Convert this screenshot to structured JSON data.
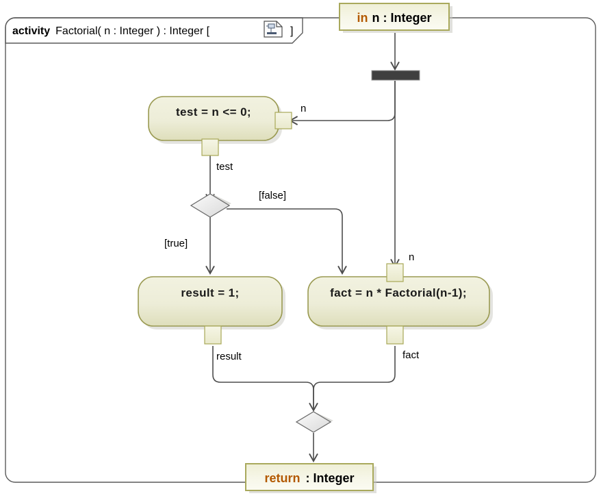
{
  "frame": {
    "keyword": "activity",
    "signature": "Factorial( n : Integer ) : Integer [",
    "signature_close": "]",
    "icon_name": "activity-diagram-icon"
  },
  "nodes": {
    "input_param": {
      "keyword": "in",
      "label": "n : Integer"
    },
    "fork": {
      "name": "fork-bar"
    },
    "action_test": {
      "label": "test = n <= 0;",
      "input_pin": "n",
      "output_pin": "test"
    },
    "decision": {
      "name": "decision-node",
      "true_guard": "[true]",
      "false_guard": "[false]"
    },
    "action_result": {
      "label": "result = 1;",
      "output_pin": "result"
    },
    "action_fact": {
      "label": "fact = n * Factorial(n-1);",
      "input_pin": "n",
      "output_pin": "fact"
    },
    "merge": {
      "name": "merge-node"
    },
    "return_param": {
      "keyword": "return",
      "label": ": Integer"
    }
  },
  "edge_labels": {
    "n_to_test": "n",
    "test_out": "test",
    "guard_false": "[false]",
    "guard_true": "[true]",
    "n_to_fact": "n",
    "result_out": "result",
    "fact_out": "fact"
  },
  "colors": {
    "node_fill_light": "#f6f6e2",
    "node_fill_dark": "#dcdcb4",
    "node_border": "#9a9a52",
    "param_fill": "#f7f7e4",
    "param_border": "#a9a95c",
    "keyword_orange": "#b35900",
    "fork_bar": "#3f3f3f",
    "flow_line": "#4d4d4d",
    "frame_line": "#5a5a5a",
    "decision_fill": "#eeeeee",
    "shadow": "#c8c8c0"
  }
}
